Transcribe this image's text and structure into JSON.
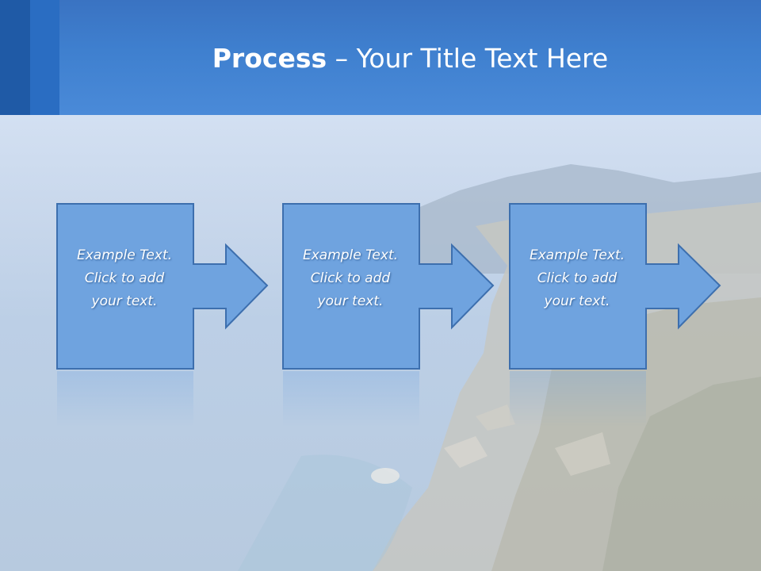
{
  "title": {
    "bold": "Process",
    "rest": " – Your Title Text Here"
  },
  "steps": [
    {
      "line1": "Example Text.",
      "line2": "Click  to add",
      "line3": "your text."
    },
    {
      "line1": "Example Text.",
      "line2": "Click  to add",
      "line3": "your text."
    },
    {
      "line1": "Example Text.",
      "line2": "Click  to add",
      "line3": "your text."
    }
  ],
  "colors": {
    "header": "#3f80cf",
    "box_fill": "#6fa3df",
    "box_stroke": "#3d6fae",
    "text": "#ffffff"
  }
}
